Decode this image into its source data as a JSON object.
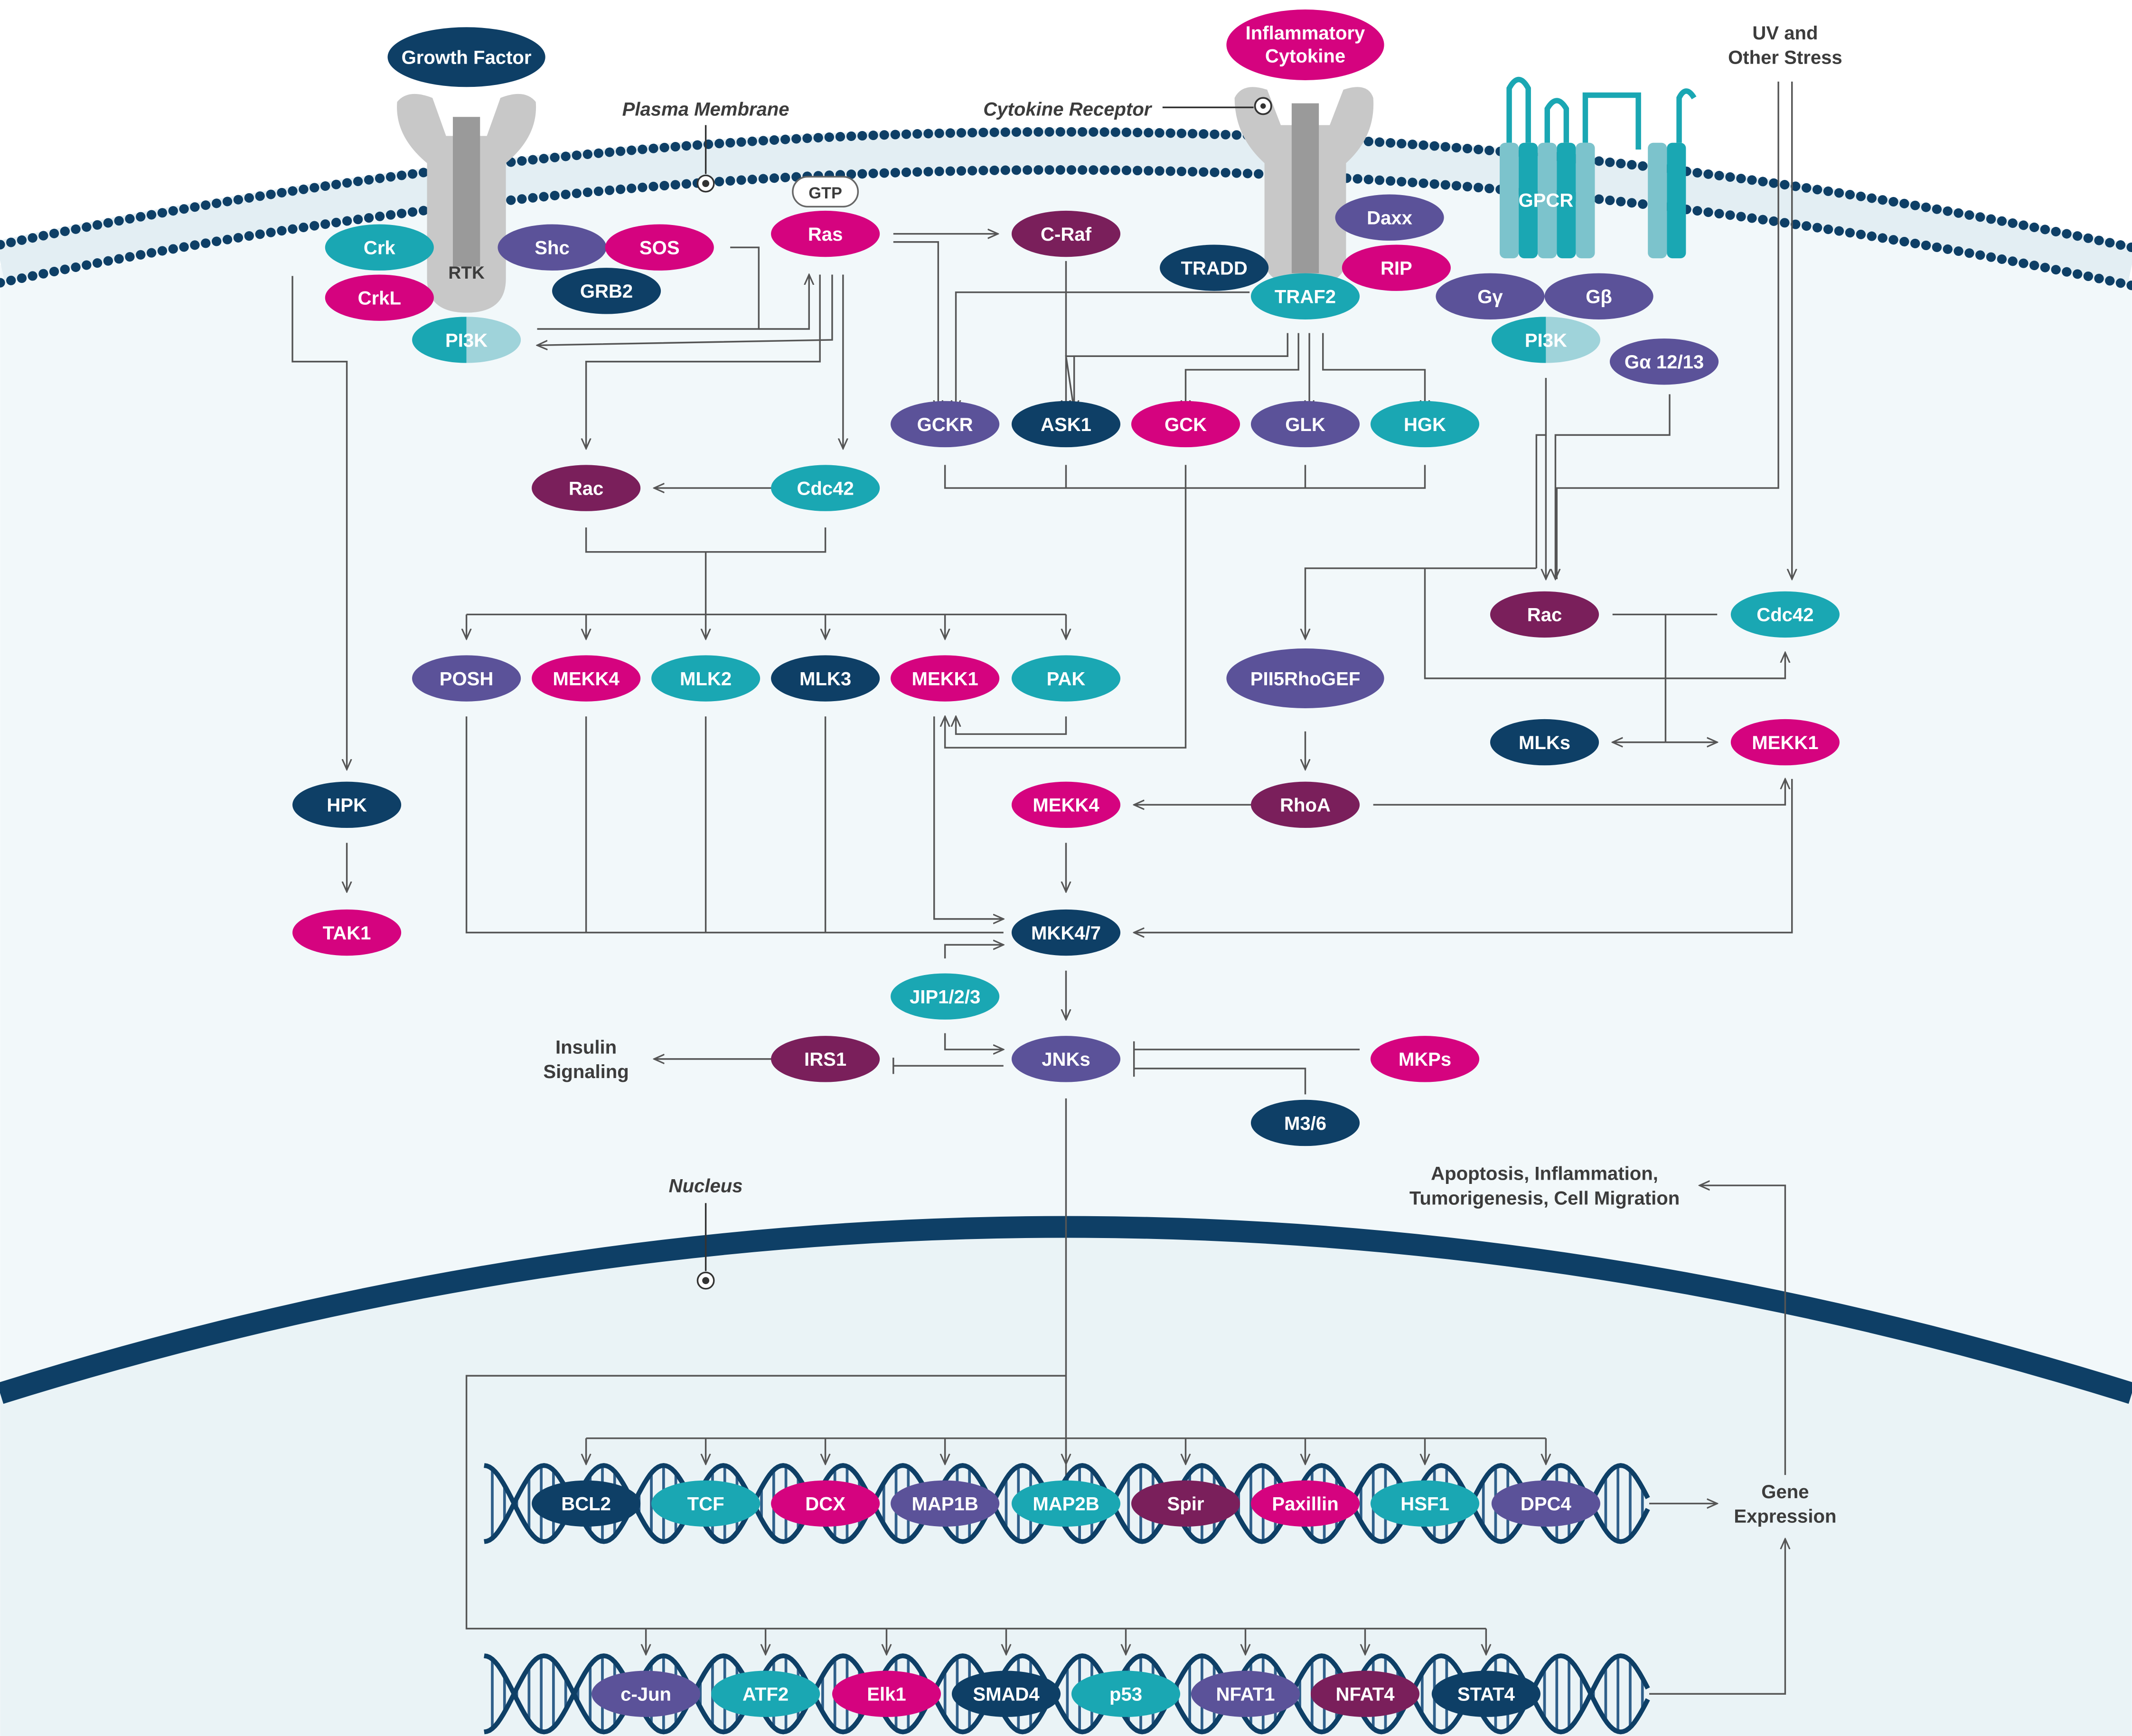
{
  "colors": {
    "navy": "#0e3f66",
    "magenta": "#d5037f",
    "teal": "#1aa7b3",
    "purple": "#5b5299",
    "plum": "#7a1f5b",
    "light_teal": "#9fd3da",
    "membrane": "#0e3f66",
    "cell_bg": "#f2f8fa",
    "nucleus_bg": "#eaf3f6",
    "line": "#555555",
    "receptor_gray": "#c8c8c8",
    "receptor_dark": "#9a9a9a"
  },
  "labels": {
    "plasma_membrane": "Plasma Membrane",
    "cytokine_receptor": "Cytokine Receptor",
    "nucleus": "Nucleus",
    "uv_stress_1": "UV and",
    "uv_stress_2": "Other Stress",
    "insulin_1": "Insulin",
    "insulin_2": "Signaling",
    "outcome_1": "Apoptosis, Inflammation,",
    "outcome_2": "Tumorigenesis, Cell Migration",
    "gene_1": "Gene",
    "gene_2": "Expression",
    "rtk": "RTK",
    "gpcr": "GPCR",
    "gtp": "GTP"
  },
  "nodes": {
    "growth_factor": {
      "text": "Growth Factor",
      "color": "navy"
    },
    "inflammatory_cytokine": {
      "text1": "Inflammatory",
      "text2": "Cytokine",
      "color": "magenta"
    },
    "crk": {
      "text": "Crk",
      "color": "teal"
    },
    "crkl": {
      "text": "CrkL",
      "color": "magenta"
    },
    "shc": {
      "text": "Shc",
      "color": "purple"
    },
    "sos": {
      "text": "SOS",
      "color": "magenta"
    },
    "grb2": {
      "text": "GRB2",
      "color": "navy"
    },
    "pi3k_left": {
      "text": "PI3K",
      "color": "teal"
    },
    "ras": {
      "text": "Ras",
      "color": "magenta"
    },
    "craf": {
      "text": "C-Raf",
      "color": "plum"
    },
    "daxx": {
      "text": "Daxx",
      "color": "purple"
    },
    "tradd": {
      "text": "TRADD",
      "color": "navy"
    },
    "rip": {
      "text": "RIP",
      "color": "magenta"
    },
    "traf2": {
      "text": "TRAF2",
      "color": "teal"
    },
    "g_gamma": {
      "text": "Gγ",
      "color": "purple"
    },
    "g_beta": {
      "text": "Gβ",
      "color": "purple"
    },
    "pi3k_right": {
      "text": "PI3K",
      "color": "teal"
    },
    "g_alpha": {
      "text": "Gα 12/13",
      "color": "purple"
    },
    "gckr": {
      "text": "GCKR",
      "color": "purple"
    },
    "ask1": {
      "text": "ASK1",
      "color": "navy"
    },
    "gck": {
      "text": "GCK",
      "color": "magenta"
    },
    "glk": {
      "text": "GLK",
      "color": "purple"
    },
    "hgk": {
      "text": "HGK",
      "color": "teal"
    },
    "rac_left": {
      "text": "Rac",
      "color": "plum"
    },
    "cdc42_left": {
      "text": "Cdc42",
      "color": "teal"
    },
    "posh": {
      "text": "POSH",
      "color": "purple"
    },
    "mekk4_top": {
      "text": "MEKK4",
      "color": "magenta"
    },
    "mlk2": {
      "text": "MLK2",
      "color": "teal"
    },
    "mlk3": {
      "text": "MLK3",
      "color": "navy"
    },
    "mekk1_mid": {
      "text": "MEKK1",
      "color": "magenta"
    },
    "pak": {
      "text": "PAK",
      "color": "teal"
    },
    "pii5rhogef": {
      "text": "PII5RhoGEF",
      "color": "purple"
    },
    "rac_right": {
      "text": "Rac",
      "color": "plum"
    },
    "cdc42_right": {
      "text": "Cdc42",
      "color": "teal"
    },
    "mlks": {
      "text": "MLKs",
      "color": "navy"
    },
    "mekk1_right": {
      "text": "MEKK1",
      "color": "magenta"
    },
    "hpk": {
      "text": "HPK",
      "color": "navy"
    },
    "tak1": {
      "text": "TAK1",
      "color": "magenta"
    },
    "mekk4_mid": {
      "text": "MEKK4",
      "color": "magenta"
    },
    "rhoa": {
      "text": "RhoA",
      "color": "plum"
    },
    "mkk47": {
      "text": "MKK4/7",
      "color": "navy"
    },
    "jip": {
      "text": "JIP1/2/3",
      "color": "teal"
    },
    "irs1": {
      "text": "IRS1",
      "color": "plum"
    },
    "jnks": {
      "text": "JNKs",
      "color": "purple"
    },
    "mkps": {
      "text": "MKPs",
      "color": "magenta"
    },
    "m36": {
      "text": "M3/6",
      "color": "navy"
    }
  },
  "dna_row1": [
    {
      "text": "BCL2",
      "color": "navy"
    },
    {
      "text": "TCF",
      "color": "teal"
    },
    {
      "text": "DCX",
      "color": "magenta"
    },
    {
      "text": "MAP1B",
      "color": "purple"
    },
    {
      "text": "MAP2B",
      "color": "teal"
    },
    {
      "text": "Spir",
      "color": "plum"
    },
    {
      "text": "Paxillin",
      "color": "magenta"
    },
    {
      "text": "HSF1",
      "color": "teal"
    },
    {
      "text": "DPC4",
      "color": "purple"
    }
  ],
  "dna_row2": [
    {
      "text": "c-Jun",
      "color": "purple"
    },
    {
      "text": "ATF2",
      "color": "teal"
    },
    {
      "text": "Elk1",
      "color": "magenta"
    },
    {
      "text": "SMAD4",
      "color": "navy"
    },
    {
      "text": "p53",
      "color": "teal"
    },
    {
      "text": "NFAT1",
      "color": "purple"
    },
    {
      "text": "NFAT4",
      "color": "plum"
    },
    {
      "text": "STAT4",
      "color": "navy"
    }
  ]
}
